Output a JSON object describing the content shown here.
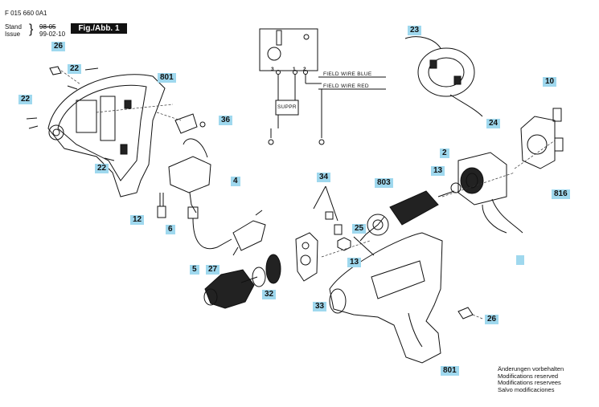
{
  "header": {
    "doc_number": "F 015 660 0A1",
    "stand_label": "Stand",
    "stand_value": "98-05",
    "issue_label": "Issue",
    "issue_value": "99-02-10",
    "figure_label": "Fig./Abb. 1"
  },
  "wiring": {
    "field_wire_blue": "FIELD WIRE BLUE",
    "field_wire_red": "FIELD WIRE RED",
    "suppr_label": "SUPPR",
    "terminal_3": "3",
    "terminal_1": "1",
    "terminal_2": "2"
  },
  "part_labels": {
    "p26a": "26",
    "p22a": "22",
    "p801a": "801",
    "p22b": "22",
    "p36": "36",
    "p22c": "22",
    "p4": "4",
    "p12": "12",
    "p6": "6",
    "p5": "5",
    "p27": "27",
    "p32": "32",
    "p23": "23",
    "p24": "24",
    "p10": "10",
    "p2": "2",
    "p13a": "13",
    "p816": "816",
    "p34": "34",
    "p803": "803",
    "p25": "25",
    "p13b": "13",
    "p33": "33",
    "p26b": "26",
    "p801b": "801"
  },
  "notes": [
    "Änderungen vorbehalten",
    "Modifications reserved",
    "Modifications reservees",
    "Salvo modificaciones"
  ],
  "colors": {
    "label_bg": "#9fd8ee",
    "line": "#111111"
  }
}
